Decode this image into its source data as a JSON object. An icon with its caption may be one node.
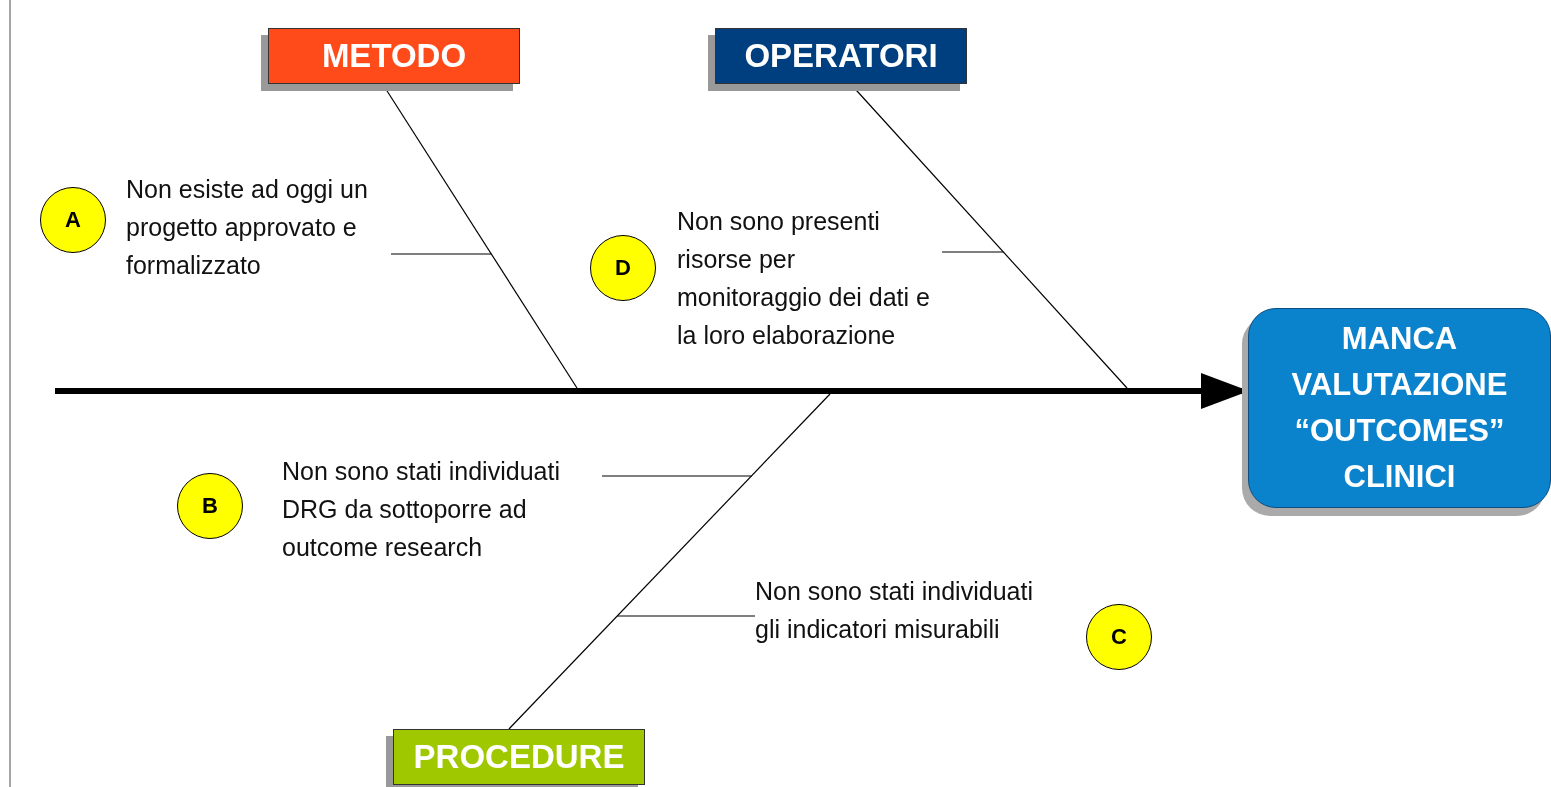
{
  "diagram": {
    "nodes": [
      {
        "text": [
          "METODO"
        ]
      },
      {
        "text": [
          "OPERATORI"
        ]
      },
      {
        "text": [
          "PROCEDURE"
        ]
      },
      {
        "text": [
          "MANCA VALUTAZIONE “OUTCOMES” CLINICI"
        ]
      },
      {
        "text": [
          "A"
        ]
      },
      {
        "text": [
          "Non esiste ad oggi un progetto approvato e formalizzato"
        ]
      },
      {
        "text": [
          "D"
        ]
      },
      {
        "text": [
          "Non sono presenti risorse per monitoraggio dei dati e la loro elaborazione"
        ]
      },
      {
        "text": [
          "B"
        ]
      },
      {
        "text": [
          "Non sono stati individuati DRG da sottoporre ad outcome research"
        ]
      },
      {
        "text": [
          "C"
        ]
      },
      {
        "text": [
          "Non sono stati individuati gli indicatori misurabili"
        ]
      }
    ],
    "edges": [
      {
        "from": null,
        "to": 3,
        "arrow": "to",
        "style": "thick"
      },
      {
        "from": 0,
        "to": null,
        "arrow": "none"
      },
      {
        "from": 1,
        "to": null,
        "arrow": "none"
      },
      {
        "from": 2,
        "to": null,
        "arrow": "none"
      },
      {
        "from": 5,
        "to": null,
        "arrow": "none"
      },
      {
        "from": 7,
        "to": null,
        "arrow": "none"
      },
      {
        "from": 9,
        "to": null,
        "arrow": "none"
      },
      {
        "from": 11,
        "to": null,
        "arrow": "none"
      }
    ]
  }
}
